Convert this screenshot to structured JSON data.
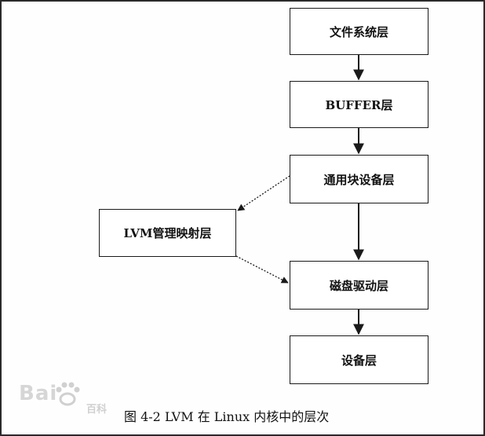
{
  "diagram": {
    "nodes": {
      "filesystem": "文件系统层",
      "buffer": "BUFFER层",
      "generic_block": "通用块设备层",
      "lvm_mapping": "LVM管理映射层",
      "disk_driver": "磁盘驱动层",
      "device": "设备层"
    },
    "edges": [
      {
        "from": "filesystem",
        "to": "buffer",
        "style": "solid"
      },
      {
        "from": "buffer",
        "to": "generic_block",
        "style": "solid"
      },
      {
        "from": "generic_block",
        "to": "disk_driver",
        "style": "solid"
      },
      {
        "from": "disk_driver",
        "to": "device",
        "style": "solid"
      },
      {
        "from": "generic_block",
        "to": "lvm_mapping",
        "style": "dashed"
      },
      {
        "from": "lvm_mapping",
        "to": "disk_driver",
        "style": "dashed"
      }
    ]
  },
  "caption": "图 4-2   LVM 在 Linux 内核中的层次",
  "watermark": {
    "latin": "Bai",
    "chinese": "百科"
  },
  "colors": {
    "line": "#1a1a1a",
    "watermark": "#d6d6d6"
  }
}
